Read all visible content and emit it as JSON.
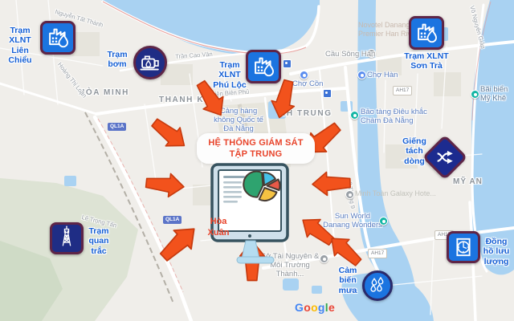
{
  "center": {
    "title_line1": "HỆ THỐNG GIÁM SÁT",
    "title_line2": "TẬP TRUNG",
    "location": "Hòa Xuân"
  },
  "stations": [
    {
      "id": "xlnt-lien-chieu",
      "label": "Trạm XLNT Liên Chiểu",
      "icon": "factory-droplet"
    },
    {
      "id": "tram-bom",
      "label": "Trạm bơm",
      "icon": "pump"
    },
    {
      "id": "xlnt-phu-loc",
      "label": "Trạm XLNT Phú Lộc",
      "icon": "factory-droplet"
    },
    {
      "id": "xlnt-son-tra",
      "label": "Trạm XLNT Sơn Trà",
      "icon": "factory-droplet"
    },
    {
      "id": "gieng-tach-dong",
      "label": "Giếng tách dòng",
      "icon": "flow-diverter"
    },
    {
      "id": "dong-ho-luu-luong",
      "label": "Đồng hồ lưu lượng",
      "icon": "flow-meter"
    },
    {
      "id": "cam-bien-mua",
      "label": "Cảm biến mưa",
      "icon": "rain-drops"
    },
    {
      "id": "tram-quan-trac",
      "label": "Trạm quan trắc",
      "icon": "antenna-tower"
    }
  ],
  "map": {
    "districts": [
      {
        "name": "HÒA MINH"
      },
      {
        "name": "THANH KHÊ"
      },
      {
        "name": "NH TRUNG"
      },
      {
        "name": "MỸ AN"
      }
    ],
    "pois": [
      {
        "name": "Cảng hàng không Quốc tế Đà Nẵng"
      },
      {
        "name": "Cầu Sông Hàn"
      },
      {
        "name": "Chợ Cồn"
      },
      {
        "name": "Chợ Hàn"
      },
      {
        "name": "Bảo tàng Điêu khắc Chàm Đà Nẵng"
      },
      {
        "name": "Novotel Danang Premier Han Riv..."
      },
      {
        "name": "Bãi biển Mỹ Khê"
      },
      {
        "name": "Sun World Danang Wonders"
      },
      {
        "name": "Minh Toàn Galaxy Hote..."
      },
      {
        "name": "Sở Tài Nguyên & Môi Trường Thành..."
      }
    ],
    "streets": [
      {
        "name": "Nguyễn Tất Thành"
      },
      {
        "name": "Trần Cao Vân"
      },
      {
        "name": "Điện Biên Phủ"
      },
      {
        "name": "Hoàng Thị Loan"
      },
      {
        "name": "Lê Trọng Tấn"
      },
      {
        "name": "Võ Nguyên Giáp"
      },
      {
        "name": "2 Tháng 9"
      }
    ],
    "route_badges": {
      "ql1a": "QL1A",
      "ah17": "AH17"
    }
  },
  "attribution": {
    "word": "Google",
    "letters": [
      "G",
      "o",
      "o",
      "g",
      "l",
      "e"
    ]
  },
  "colors": {
    "arrow_orange": "#F2521C",
    "station_blue": "#1B74E0",
    "station_navy": "#1F2D85",
    "icon_border": "#5E2547",
    "label_blue": "#155FD4",
    "alert_red": "#E8442B",
    "water": "#A9D2F2"
  }
}
